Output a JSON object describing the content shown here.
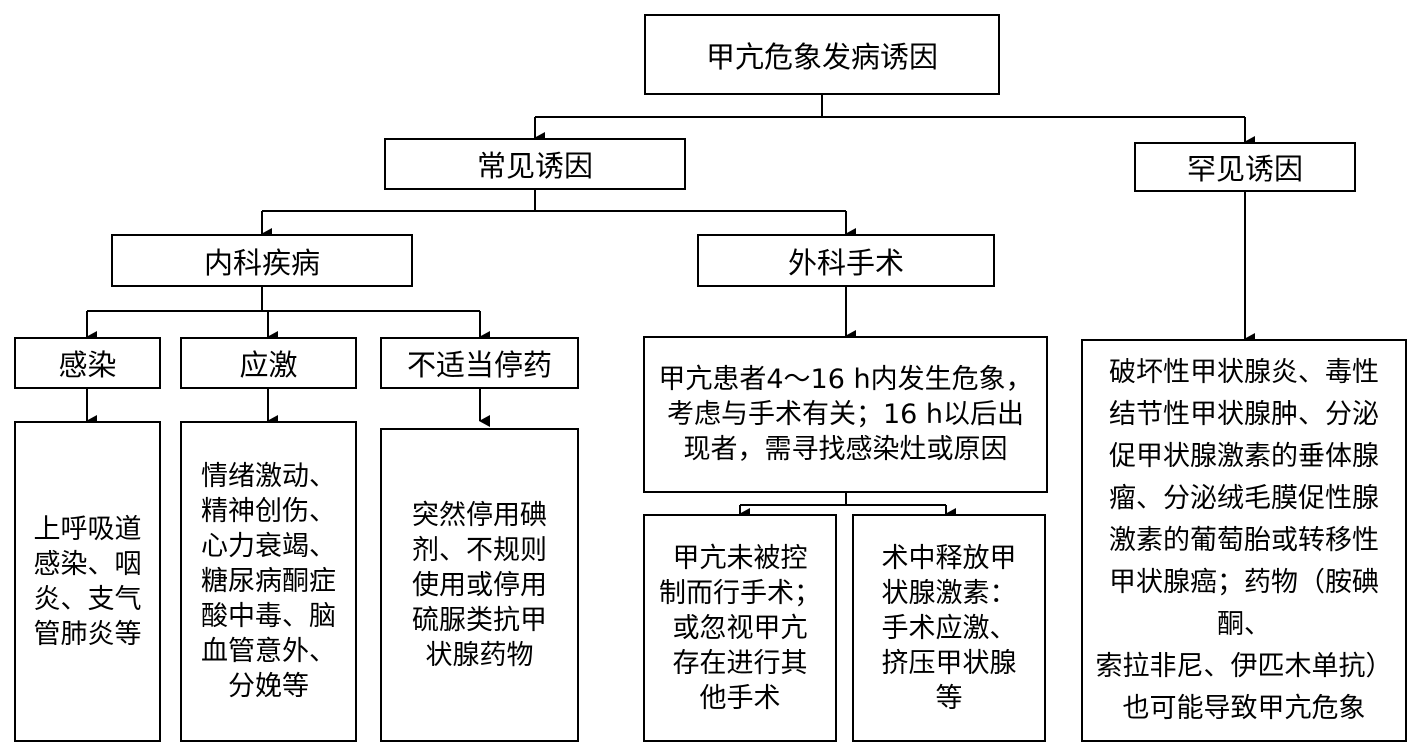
{
  "diagram": {
    "root": "甲亢危象发病诱因",
    "common": "常见诱因",
    "rare": "罕见诱因",
    "medical": "内科疾病",
    "surgical": "外科手术",
    "infection": "感染",
    "stress": "应激",
    "improper_withdrawal": "不适当停药",
    "infection_detail": "上呼吸道\n感染、咽\n炎、支气\n管肺炎等",
    "stress_detail": "情绪激动、\n精神创伤、\n心力衰竭、\n糖尿病酮症\n酸中毒、脑\n血管意外、\n分娩等",
    "withdrawal_detail": "突然停用碘\n剂、不规则\n使用或停用\n硫脲类抗甲\n状腺药物",
    "surgery_timing": "甲亢患者4～16 h内发生危象，\n考虑与手术有关；16 h以后出\n现者，需寻找感染灶或原因",
    "uncontrolled_surgery": "甲亢未被控\n制而行手术；\n或忽视甲亢\n存在进行其\n他手术",
    "hormone_release": "术中释放甲\n状腺激素：\n手术应激、\n挤压甲状腺\n等",
    "rare_detail": "破坏性甲状腺炎、毒性\n结节性甲状腺肿、分泌\n促甲状腺激素的垂体腺\n瘤、分泌绒毛膜促性腺\n激素的葡萄胎或转移性\n甲状腺癌；药物（胺碘酮、\n索拉非尼、伊匹木单抗）\n也可能导致甲亢危象"
  }
}
